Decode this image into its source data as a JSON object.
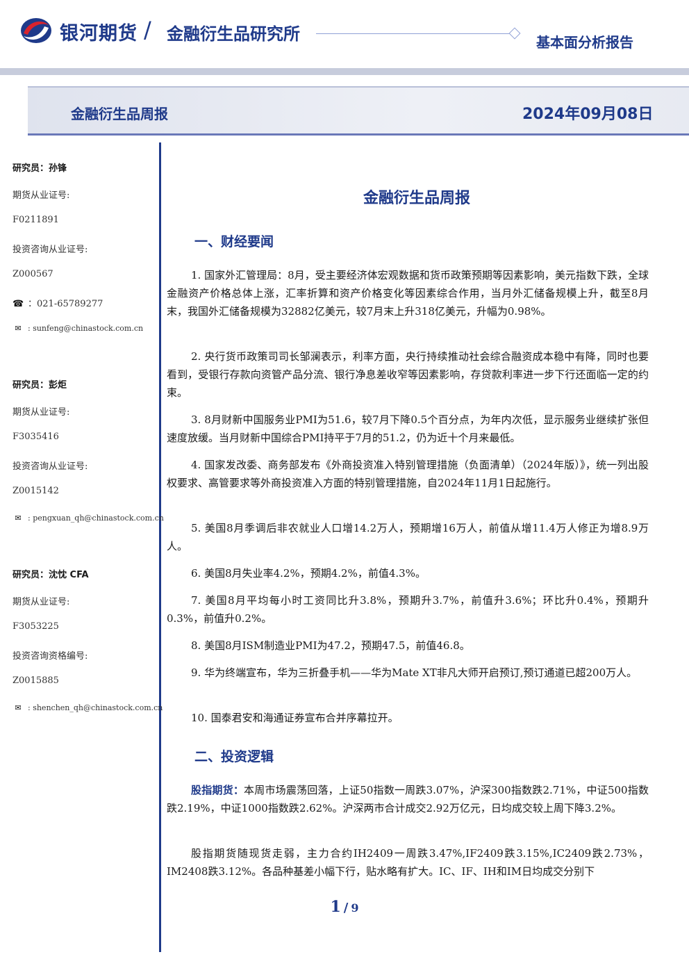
{
  "header": {
    "brand": "银河期货",
    "institute": "金融衍生品研究所",
    "report_type": "基本面分析报告"
  },
  "title_bar": {
    "left": "金融衍生品周报",
    "right": "2024年09月08日"
  },
  "sidebar": {
    "analysts": [
      {
        "name_line": "研究员：孙锋",
        "cert_label": "期货从业证号:",
        "cert_no": "F0211891",
        "consult_label": "投资咨询从业证号:",
        "consult_no": "Z000567",
        "phone": "021-65789277",
        "email": "sunfeng@chinastock.com.cn"
      },
      {
        "name_line": "研究员：彭炬",
        "cert_label": "期货从业证号:",
        "cert_no": "F3035416",
        "consult_label": "投资咨询从业证号:",
        "consult_no": "Z0015142",
        "email": "pengxuan_qh@chinastock.com.cn"
      },
      {
        "name_line": "研究员：沈忱  CFA",
        "cert_label": "期货从业证号:",
        "cert_no": "F3053225",
        "consult_label": "投资咨询资格编号:",
        "consult_no": "Z0015885",
        "email": "shenchen_qh@chinastock.com.cn"
      }
    ],
    "icons": {
      "phone": "phone-icon",
      "email": "email-icon"
    }
  },
  "main": {
    "title": "金融衍生品周报",
    "section1": "一、财经要闻",
    "news": [
      "1. 国家外汇管理局：8月，受主要经济体宏观数据和货币政策预期等因素影响，美元指数下跌，全球金融资产价格总体上涨，汇率折算和资产价格变化等因素综合作用，当月外汇储备规模上升，截至8月末，我国外汇储备规模为32882亿美元，较7月末上升318亿美元，升幅为0.98%。",
      "2. 央行货币政策司司长邹澜表示，利率方面，央行持续推动社会综合融资成本稳中有降，同时也要看到，受银行存款向资管产品分流、银行净息差收窄等因素影响，存贷款利率进一步下行还面临一定的约束。",
      "3. 8月财新中国服务业PMI为51.6，较7月下降0.5个百分点，为年内次低，显示服务业继续扩张但速度放缓。当月财新中国综合PMI持平于7月的51.2，仍为近十个月来最低。",
      "4. 国家发改委、商务部发布《外商投资准入特别管理措施（负面清单）（2024年版）》，统一列出股权要求、高管要求等外商投资准入方面的特别管理措施，自2024年11月1日起施行。",
      "5. 美国8月季调后非农就业人口增14.2万人，预期增16万人，前值从增11.4万人修正为增8.9万人。",
      "6. 美国8月失业率4.2%，预期4.2%，前值4.3%。",
      "7. 美国8月平均每小时工资同比升3.8%，预期升3.7%，前值升3.6%；环比升0.4%，预期升0.3%，前值升0.2%。",
      "8. 美国8月ISM制造业PMI为47.2，预期47.5，前值46.8。",
      "9. 华为终端宣布，华为三折叠手机——华为Mate XT非凡大师开启预订,预订通道已超200万人。",
      "10. 国泰君安和海通证券宣布合并序幕拉开。"
    ],
    "section2": "二、投资逻辑",
    "logic_lead": "股指期货：",
    "logic_1": "本周市场震荡回落，上证50指数一周跌3.07%，沪深300指数跌2.71%，中证500指数跌2.19%，中证1000指数跌2.62%。沪深两市合计成交2.92万亿元，日均成交较上周下降3.2%。",
    "logic_2": "股指期货随现货走弱，主力合约IH2409一周跌3.47%,IF2409跌3.15%,IC2409跌2.73%，IM2408跌3.12%。各品种基差小幅下行，贴水略有扩大。IC、IF、IH和IM日均成交分别下"
  },
  "footer": {
    "page_current": "1",
    "page_sep": "/",
    "page_total": "9"
  },
  "colors": {
    "brand_blue": "#1f3a8a",
    "logo_red": "#d9232d"
  }
}
